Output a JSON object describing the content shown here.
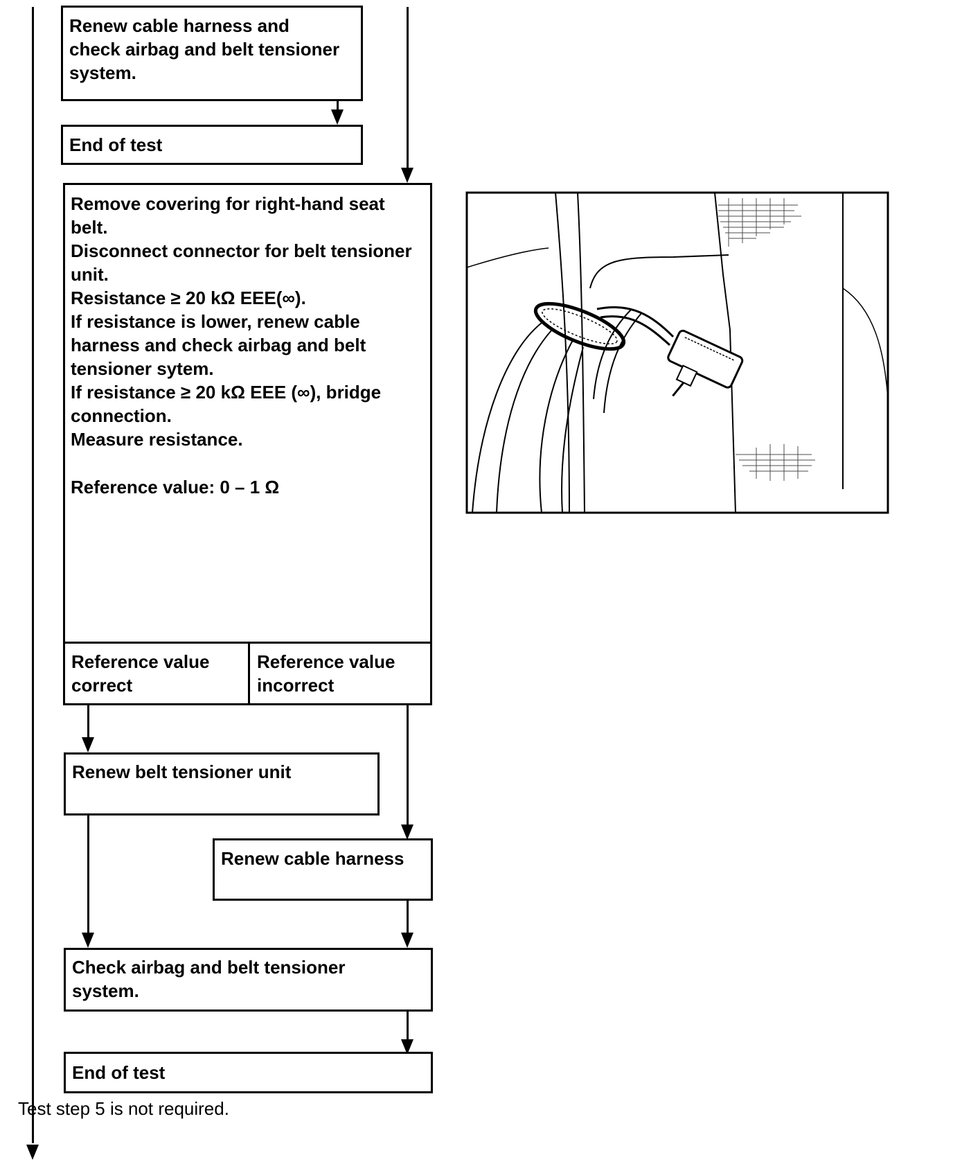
{
  "steps": {
    "renew_harness_check": "Renew cable harness and\ncheck airbag and belt tensioner\nsystem.",
    "end_test_1": "End of test",
    "main_instructions": [
      "Remove covering for right-hand seat",
      "belt.",
      "Disconnect connector for belt tensioner",
      "unit.",
      "Resistance  ≥  20 kΩ EEE(∞).",
      "If resistance is lower, renew cable",
      "harness and check airbag and belt",
      "tensioner sytem.",
      "If resistance  ≥  20 kΩ EEE (∞), bridge",
      "connection.",
      "Measure resistance."
    ],
    "reference_value": "Reference value: 0 – 1 Ω",
    "ref_correct": "Reference value\ncorrect",
    "ref_incorrect": "Reference value\nincorrect",
    "renew_belt_tensioner": "Renew belt tensioner unit",
    "renew_cable_harness": "Renew cable harness",
    "check_airbag": "Check airbag and belt tensioner\nsystem.",
    "end_test_2": "End of test"
  },
  "footer_note": "Test step 5 is not required.",
  "illustration": {
    "subject": "seat-belt-tensioner-connector-illustration"
  }
}
